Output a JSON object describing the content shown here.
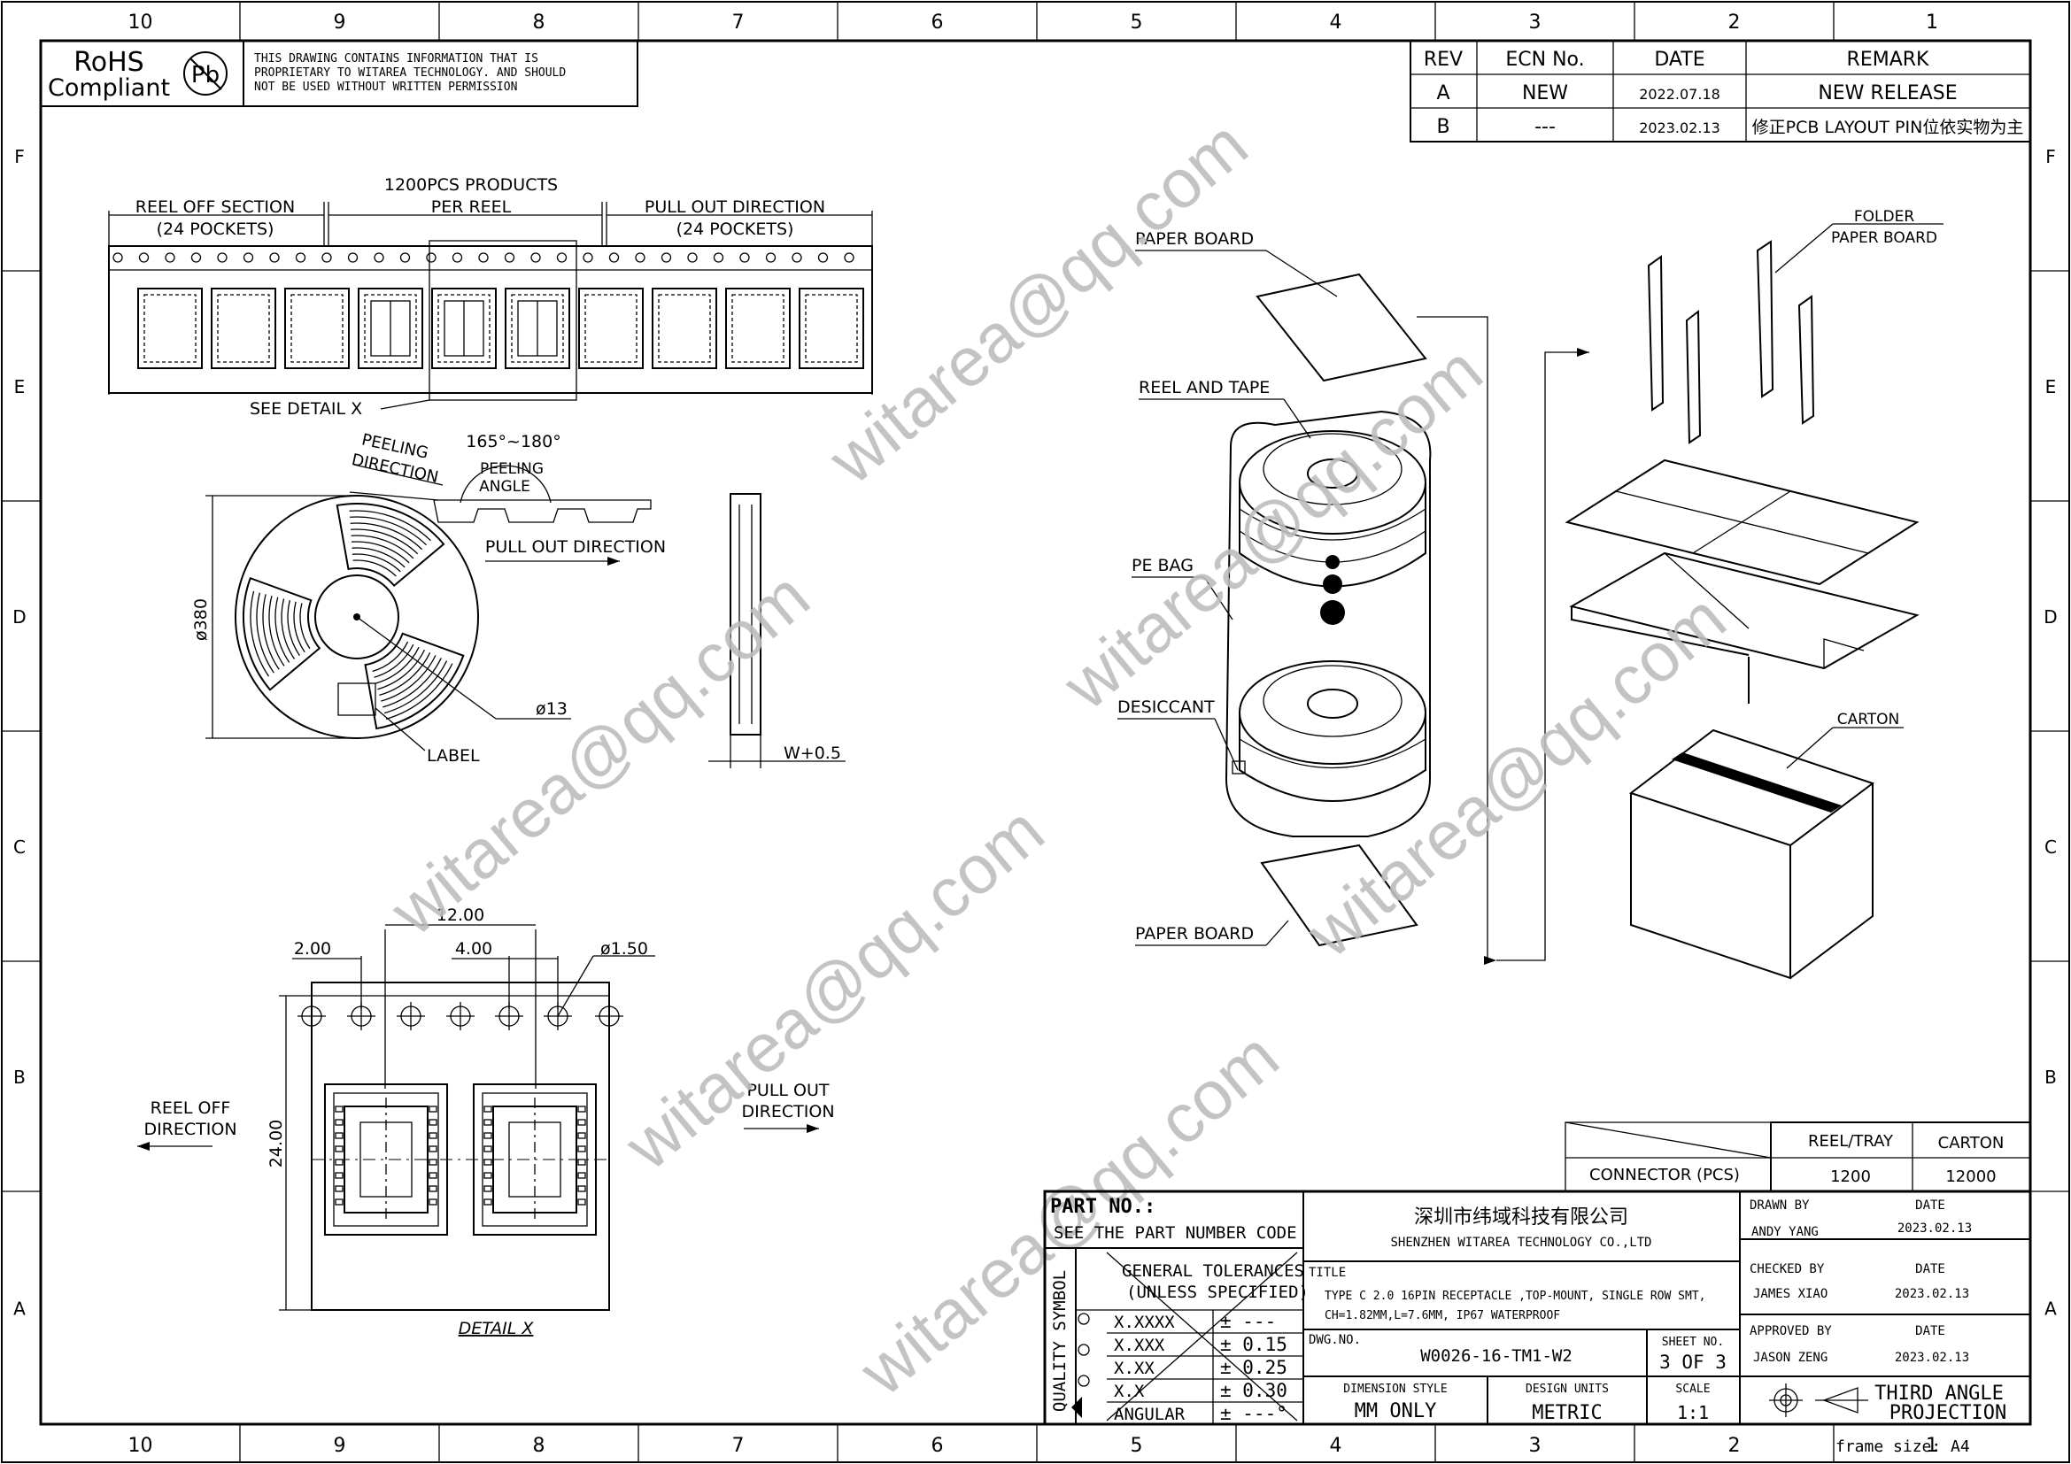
{
  "border": {
    "col_labels": [
      "10",
      "9",
      "8",
      "7",
      "6",
      "5",
      "4",
      "3",
      "2",
      "1"
    ],
    "row_labels": [
      "F",
      "E",
      "D",
      "C",
      "B",
      "A"
    ]
  },
  "header": {
    "rohs_line1": "RoHS",
    "rohs_line2": "Compliant",
    "pb_symbol": "Pb",
    "proprietary": [
      "THIS DRAWING CONTAINS INFORMATION THAT IS",
      "PROPRIETARY TO  WITAREA TECHNOLOGY. AND SHOULD",
      "NOT BE USED WITHOUT WRITTEN PERMISSION"
    ]
  },
  "revisions": {
    "headers": [
      "REV",
      "ECN No.",
      "DATE",
      "REMARK"
    ],
    "rows": [
      [
        "A",
        "NEW",
        "2022.07.18",
        "NEW RELEASE"
      ],
      [
        "B",
        "---",
        "2023.02.13",
        "修正PCB LAYOUT PIN位依实物为主"
      ]
    ]
  },
  "tape": {
    "per_reel": "1200PCS PRODUCTS",
    "per_reel_2": "PER REEL",
    "reel_off": "REEL OFF SECTION",
    "reel_off_2": "(24 POCKETS)",
    "pull_out": "PULL OUT DIRECTION",
    "pull_out_2": "(24 POCKETS)",
    "see_detail": "SEE DETAIL X"
  },
  "reel": {
    "peeling_direction": "PEELING",
    "peeling_direction_2": "DIRECTION",
    "angle": "165°~180°",
    "peeling_angle": "PEELING",
    "peeling_angle_2": "ANGLE",
    "pull_out": "PULL OUT DIRECTION",
    "diameter": "ø380",
    "hub": "ø13",
    "label": "LABEL",
    "width": "W+0.5"
  },
  "detail": {
    "pitch": "12.00",
    "edge": "2.00",
    "hole_pitch": "4.00",
    "hole_dia": "ø1.50",
    "tape_width": "24.00",
    "reel_off": "REEL OFF",
    "reel_off_2": "DIRECTION",
    "pull_out": "PULL OUT",
    "pull_out_2": "DIRECTION",
    "title": "DETAIL X"
  },
  "packing": {
    "paper_board_top": "PAPER BOARD",
    "reel_and_tape": "REEL AND TAPE",
    "pe_bag": "PE BAG",
    "desiccant": "DESICCANT",
    "paper_board_bottom": "PAPER BOARD",
    "folder": "FOLDER",
    "folder_2": "PAPER BOARD",
    "carton": "CARTON"
  },
  "watermark": "witarea@qq.com",
  "quantity": {
    "headers": [
      "REEL/TRAY",
      "CARTON"
    ],
    "row_label": "CONNECTOR (PCS)",
    "values": [
      "1200",
      "12000"
    ]
  },
  "title_block": {
    "part_no_label": "PART NO.:",
    "part_no_value": "SEE THE PART NUMBER CODE",
    "company_cn": "深圳市纬域科技有限公司",
    "company_en": "SHENZHEN WITAREA TECHNOLOGY CO.,LTD",
    "title_label": "TITLE",
    "title_line1": "TYPE C 2.0 16PIN RECEPTACLE ,TOP-MOUNT, SINGLE ROW SMT,",
    "title_line2": "CH=1.82MM,L=7.6MM, IP67 WATERPROOF",
    "dwg_label": "DWG.NO.",
    "dwg_value": "W0026-16-TM1-W2",
    "sheet_label": "SHEET NO.",
    "sheet_value": "3 OF 3",
    "tol_title": "GENERAL TOLERANCES",
    "tol_title_2": "(UNLESS SPECIFIED)",
    "tol_rows": [
      [
        "X.XXXX",
        "± ---"
      ],
      [
        "X.XXX",
        "± 0.15"
      ],
      [
        "X.XX",
        "± 0.25"
      ],
      [
        "X.X",
        "± 0.30"
      ],
      [
        "ANGULAR",
        "± ---°"
      ]
    ],
    "quality_symbol": "QUALITY SYMBOL",
    "dim_style_label": "DIMENSION STYLE",
    "dim_style_value": "MM ONLY",
    "design_units_label": "DESIGN UNITS",
    "design_units_value": "METRIC",
    "scale_label": "SCALE",
    "scale_value": "1:1",
    "drawn_label": "DRAWN BY",
    "drawn_name": "ANDY YANG",
    "checked_label": "CHECKED BY",
    "checked_name": "JAMES XIAO",
    "approved_label": "APPROVED BY",
    "approved_name": "JASON ZENG",
    "date_label": "DATE",
    "date_value": "2023.02.13",
    "projection": "THIRD ANGLE",
    "projection_2": "PROJECTION",
    "frame_size": "frame size: A4"
  }
}
